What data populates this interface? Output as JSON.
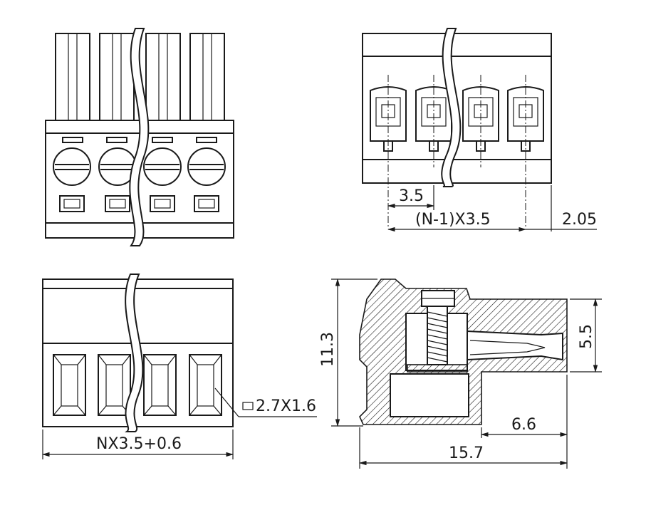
{
  "dimensions": {
    "pitch": "3.5",
    "span": "(N-1)X3.5",
    "edge": "2.05",
    "width": "NX3.5+0.6",
    "hole": "2.7X1.6",
    "height": "11.3",
    "plug_height": "5.5",
    "plug_depth": "6.6",
    "length": "15.7"
  }
}
